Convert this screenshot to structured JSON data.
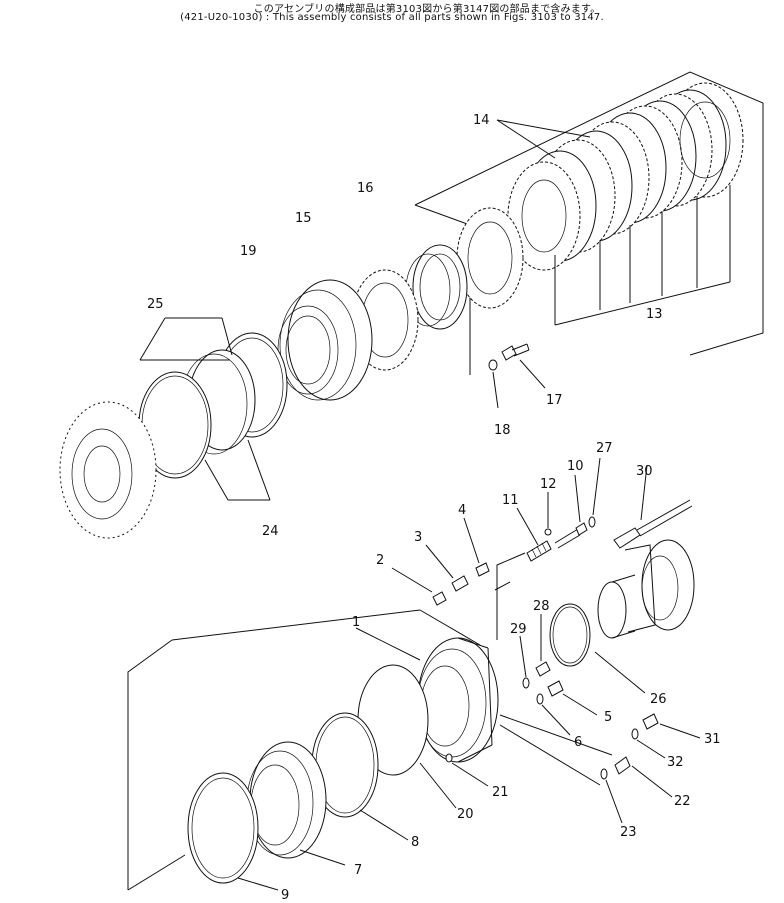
{
  "header": {
    "line1": "このアセンブリの構成部品は第3103図から第3147図の部品まで含みます。",
    "line2": "(421-U20-1030) : This assembly consists of all parts shown in Figs. 3103 to 3147."
  },
  "callouts": {
    "c1": "1",
    "c2": "2",
    "c3": "3",
    "c4": "4",
    "c5": "5",
    "c6": "6",
    "c7": "7",
    "c8": "8",
    "c9": "9",
    "c10": "10",
    "c11": "11",
    "c12": "12",
    "c13": "13",
    "c14": "14",
    "c15": "15",
    "c16": "16",
    "c17": "17",
    "c18": "18",
    "c19": "19",
    "c20": "20",
    "c21": "21",
    "c22": "22",
    "c23": "23",
    "c24": "24",
    "c25": "25",
    "c26": "26",
    "c27": "27",
    "c28": "28",
    "c29": "29",
    "c30": "30",
    "c31": "31",
    "c32": "32"
  }
}
